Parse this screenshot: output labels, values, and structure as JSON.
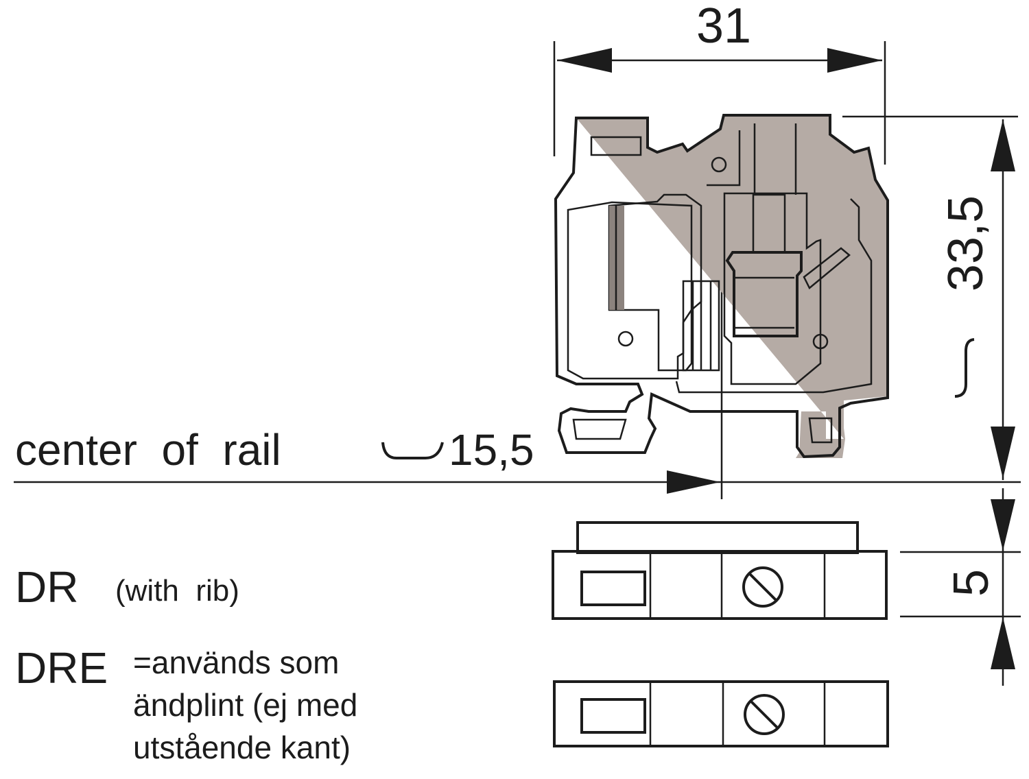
{
  "dimensions": {
    "width": "31",
    "height": "33,5",
    "rail_center": "15,5",
    "rib": "5"
  },
  "labels": {
    "center_of_rail": "center  of  rail",
    "dr": "DR",
    "dr_note": "(with  rib)",
    "dre": "DRE",
    "dre_note_1": "=används som",
    "dre_note_2": "ändplint (ej med",
    "dre_note_3": "utstående kant)"
  },
  "colors": {
    "housing": "#b5aba5",
    "contact": "#f5b07a",
    "line": "#1c1c1c"
  }
}
